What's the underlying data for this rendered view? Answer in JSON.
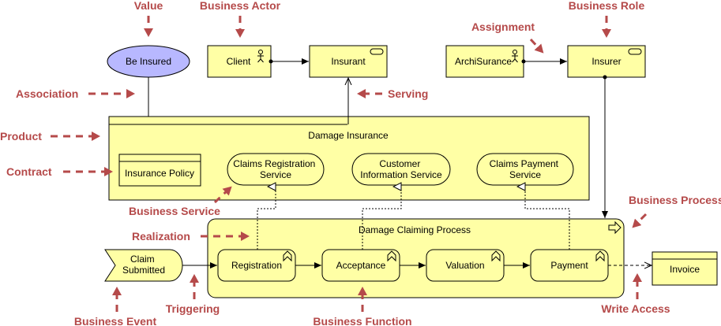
{
  "annotations": {
    "value": "Value",
    "business_actor": "Business Actor",
    "assignment": "Assignment",
    "business_role": "Business Role",
    "association": "Association",
    "serving": "Serving",
    "product": "Product",
    "contract": "Contract",
    "business_service": "Business Service",
    "business_process": "Business Process",
    "realization": "Realization",
    "triggering": "Triggering",
    "business_event": "Business Event",
    "business_function": "Business Function",
    "write_access": "Write Access"
  },
  "elements": {
    "value": "Be Insured",
    "client": "Client",
    "insurant": "Insurant",
    "archisurance": "ArchiSurance",
    "insurer": "Insurer",
    "product": "Damage Insurance",
    "contract": "Insurance Policy",
    "service_claims_registration": [
      "Claims Registration",
      "Service"
    ],
    "service_customer_information": [
      "Customer",
      "Information Service"
    ],
    "service_claims_payment": [
      "Claims Payment",
      "Service"
    ],
    "process": "Damage Claiming Process",
    "event": [
      "Claim",
      "Submitted"
    ],
    "step_registration": "Registration",
    "step_acceptance": "Acceptance",
    "step_valuation": "Valuation",
    "step_payment": "Payment",
    "invoice": "Invoice"
  },
  "colors": {
    "element_fill": "#ffffa5",
    "value_fill": "#b8b8ff",
    "annotation": "#b54a4a"
  }
}
